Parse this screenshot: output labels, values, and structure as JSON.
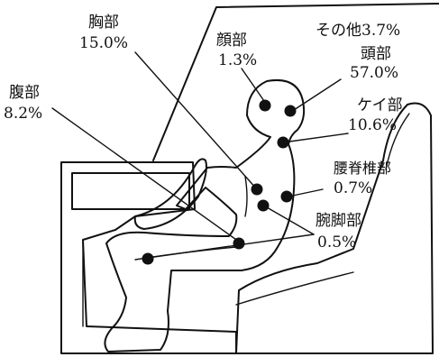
{
  "labels": {
    "chest": {
      "name": "胸部",
      "value": "15.0%"
    },
    "face": {
      "name": "顔部",
      "value": "1.3%"
    },
    "other": {
      "text": "その他3.7%"
    },
    "head": {
      "name": "頭部",
      "value": "57.0%"
    },
    "abdomen": {
      "name": "腹部",
      "value": "8.2%"
    },
    "neck": {
      "name": "ケイ部",
      "value": "10.6%"
    },
    "lumbar": {
      "name": "腰脊椎部",
      "value": "0.7%"
    },
    "limbs": {
      "name": "腕脚部",
      "value": "0.5%"
    }
  },
  "colors": {
    "ink": "#111111",
    "paper": "#ffffff",
    "fill": "#cfcfcf"
  }
}
